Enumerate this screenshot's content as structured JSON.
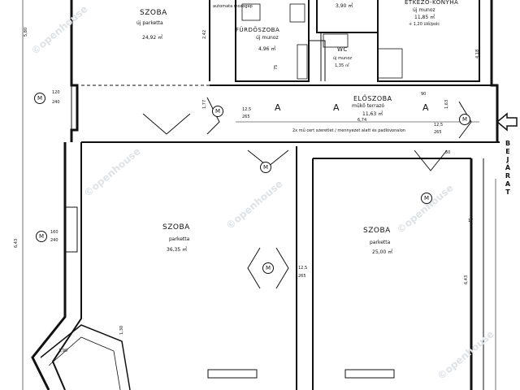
{
  "rooms": {
    "szoba_top": {
      "name": "SZOBA",
      "floor": "új parketta",
      "area": "24,92 ㎡"
    },
    "furdo": {
      "name": "FÜRDŐSZOBA",
      "floor": "új munoz",
      "area": "4,96 ㎡",
      "note": "automata mosogép"
    },
    "wc": {
      "name": "WC",
      "floor": "új munoz",
      "area": "1,35 ㎡"
    },
    "small_top": {
      "area": "3,90 ㎡"
    },
    "konyha": {
      "name": "ÉTKEZŐ-KONYHA",
      "floor": "új munoz",
      "area": "11,85 ㎡",
      "note": "+ 1,20 ülő/polc"
    },
    "eloszoba": {
      "name": "ELŐSZOBA",
      "floor": "műkő terrazó",
      "area": "11,63 ㎡"
    },
    "szoba_main": {
      "name": "SZOBA",
      "floor": "parketta",
      "area": "36,35 ㎡"
    },
    "szoba_right": {
      "name": "SZOBA",
      "floor": "parketta",
      "area": "25,00 ㎡"
    }
  },
  "entrance": [
    "B",
    "E",
    "J",
    "Á",
    "R",
    "A",
    "T"
  ],
  "marker_letter": "M",
  "lamp_letter": "A",
  "dims": {
    "d1": "120",
    "d1b": "240",
    "d2": "160",
    "d2b": "240",
    "d3": "12,5",
    "d3b": "265",
    "d4": "12,5",
    "d4b": "265",
    "d5": "12,5",
    "d5b": "265",
    "d6": "6,43",
    "d7": "6,43",
    "d8": "5,80",
    "d9": "6,74",
    "d10": "1,30",
    "d11": "2,42",
    "d12": "1,77",
    "d13": "1,63",
    "d14": "50",
    "d15": "17",
    "d16": "1,90",
    "d17": "90",
    "d18": "75",
    "d19": "4,18"
  },
  "note_text": "2x mű cert szeretlet / mennyezet alatt és padlóvonalon",
  "watermark": "©openhouse"
}
